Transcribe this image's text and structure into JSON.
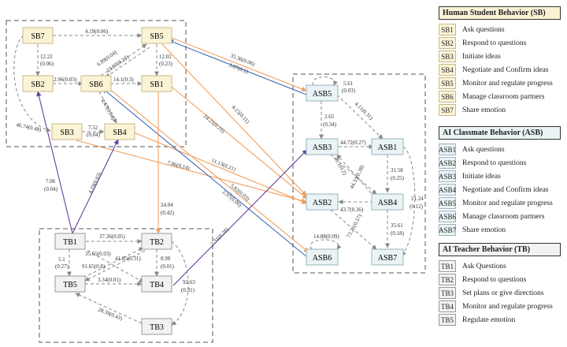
{
  "nodes": {
    "SB7": "SB7",
    "SB5": "SB5",
    "SB2": "SB2",
    "SB6": "SB6",
    "SB1": "SB1",
    "SB3": "SB3",
    "SB4": "SB4",
    "ASB5": "ASB5",
    "ASB3": "ASB3",
    "ASB1": "ASB1",
    "ASB2": "ASB2",
    "ASB4": "ASB4",
    "ASB6": "ASB6",
    "ASB7": "ASB7",
    "TB1": "TB1",
    "TB2": "TB2",
    "TB5": "TB5",
    "TB4": "TB4",
    "TB3": "TB3"
  },
  "edge_labels": {
    "sb7_sb5": "4.19(0.06)",
    "sb7_sb2_a": "12.22",
    "sb7_sb2_b": "(0.06)",
    "sb5_sb1_a": "12.02",
    "sb5_sb1_b": "(0.23)",
    "sb6_sb5_a": "6.89(0.04)",
    "sb6_sb5_b": "23.87(0.23)",
    "sb2_sb6": "2.96(0.03)",
    "sb6_sb1": "14.1(0.3)",
    "sb6_sb4": "4.47(0.04)",
    "sb3_sb4_a": "7.52",
    "sb3_sb4_b": "(0.04)",
    "sb7_sb3": "46.74(0.48)",
    "asb5_sb5_a": "35.36(0.06)",
    "asb5_sb5_b": "3.07(0.1)",
    "sb5_asb2": "4.15(0.11)",
    "sb1_asb2": "24.21(0.19)",
    "sb3_asb2": "7.86(0.14)",
    "sb4_asb2": "11.13(0.21)",
    "asb6_sb6": "5.82(0.03)",
    "asb6_sb6_b": "2.97(0.06)",
    "sb1_tb2_a": "24.04",
    "sb1_tb2_b": "(0.42)",
    "tb1_sb2_a": "7.06",
    "tb1_sb2_b": "(0.04)",
    "tb1_sb4": "4.19(0.03)",
    "tb4_asb3": "2.31(0.28)",
    "asb5_self_a": "5.61",
    "asb5_self_b": "(0.03)",
    "asb5_asb1": "4.11(0.31)",
    "asb5_asb3_a": "2.65",
    "asb5_asb3_b": "(0.34)",
    "asb3_asb1": "44.72(0.27)",
    "asb3_asb4": "26.1(0.2)",
    "asb4_asb3": "44.33(0.38)",
    "asb1_asb4_a": "31.58",
    "asb1_asb4_b": "(0.25)",
    "asb1_asb7_a": "21.24",
    "asb1_asb7_b": "(0.12)",
    "asb4_asb2": "43.7(0.36)",
    "asb2_asb7": "73.21(0.57)",
    "asb4_asb7_a": "35.61",
    "asb4_asb7_b": "(0.18)",
    "asb6_self": "14.88(0.09)",
    "tb1_tb2": "37.36(0.05)",
    "tb1_tb4": "35.65(0.03)",
    "tb1_tb5_a": "5.1",
    "tb1_tb5_b": "(0.27)",
    "tb5_tb2": "91.65(0.8)",
    "tb2_tb5": "41.65(0.31)",
    "tb2_tb4_a": "8.98",
    "tb2_tb4_b": "(0.01)",
    "tb2_tb3_a": "92.63",
    "tb2_tb3_b": "(0.31)",
    "tb5_tb4": "3.34(0.01)",
    "tb3_tb5": "28.39(0.43)"
  },
  "legend": {
    "sb": {
      "title": "Human Student Behavior (SB)",
      "items": [
        {
          "code": "SB1",
          "desc": "Ask questions"
        },
        {
          "code": "SB2",
          "desc": "Respond to questions"
        },
        {
          "code": "SB3",
          "desc": "Initiate ideas"
        },
        {
          "code": "SB4",
          "desc": "Negotiate and Confirm ideas"
        },
        {
          "code": "SB5",
          "desc": "Monitor and regulate progress"
        },
        {
          "code": "SB6",
          "desc": "Manage classroom partners"
        },
        {
          "code": "SB7",
          "desc": "Share emotion"
        }
      ]
    },
    "asb": {
      "title": "AI Classmate Behavior (ASB)",
      "items": [
        {
          "code": "ASB1",
          "desc": "Ask questions"
        },
        {
          "code": "ASB2",
          "desc": "Respond to questions"
        },
        {
          "code": "ASB3",
          "desc": "Initiate ideas"
        },
        {
          "code": "ASB4",
          "desc": "Negotiate and Confirm ideas"
        },
        {
          "code": "ASB5",
          "desc": "Monitor and regulate progress"
        },
        {
          "code": "ASB6",
          "desc": "Manage classroom partners"
        },
        {
          "code": "ASB7",
          "desc": "Share emotion"
        }
      ]
    },
    "tb": {
      "title": "AI Teacher Behavior (TB)",
      "items": [
        {
          "code": "TB1",
          "desc": "Ask Questions"
        },
        {
          "code": "TB2",
          "desc": "Respond to questions"
        },
        {
          "code": "TB3",
          "desc": "Set plans or give directions"
        },
        {
          "code": "TB4",
          "desc": "Monitor and regulate progress"
        },
        {
          "code": "TB5",
          "desc": "Regulate emotion"
        }
      ]
    }
  },
  "colors": {
    "sb_fill": "#fbf3d6",
    "sb_stroke": "#c9b98a",
    "asb_fill": "#eaf3f5",
    "asb_stroke": "#9bb6bd",
    "tb_fill": "#f2f2f2",
    "tb_stroke": "#999999",
    "orange": "#f0a060",
    "blue": "#3f6fb5",
    "purple": "#6a3ea1",
    "gray": "#888888"
  }
}
